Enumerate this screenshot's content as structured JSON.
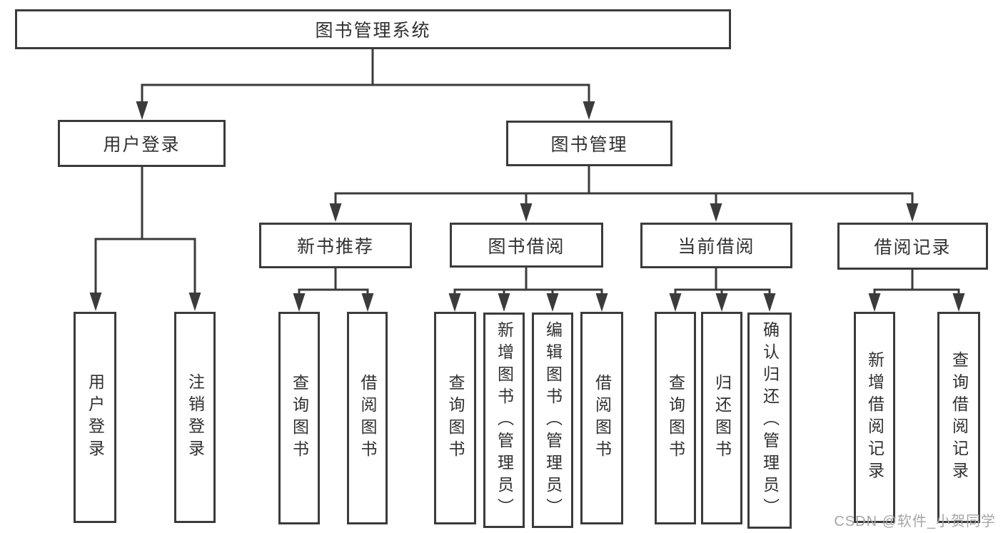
{
  "nodes": {
    "root": {
      "label": "图书管理系统"
    },
    "userLogin": {
      "label": "用户登录"
    },
    "bookMgmt": {
      "label": "图书管理"
    },
    "login": {
      "label": "用户登录"
    },
    "logout": {
      "label": "注销登录"
    },
    "newBookRec": {
      "label": "新书推荐"
    },
    "bookBorrow": {
      "label": "图书借阅"
    },
    "currentBorrow": {
      "label": "当前借阅"
    },
    "borrowRecords": {
      "label": "借阅记录"
    },
    "queryBooks1": {
      "label": "查询图书"
    },
    "borrowBooks1": {
      "label": "借阅图书"
    },
    "queryBooks2": {
      "label": "查询图书"
    },
    "addBookAdmin": {
      "label": "新增图书（管理员）"
    },
    "editBookAdmin": {
      "label": "编辑图书（管理员）"
    },
    "borrowBooks2": {
      "label": "借阅图书"
    },
    "queryBooks3": {
      "label": "查询图书"
    },
    "returnBooks": {
      "label": "归还图书"
    },
    "confirmReturnAdmin": {
      "label": "确认归还（管理员）"
    },
    "addBorrowRecord": {
      "label": "新增借阅记录"
    },
    "queryBorrowRecord": {
      "label": "查询借阅记录"
    }
  },
  "watermark": "CSDN @软件_小贺同学",
  "colors": {
    "line": "#3b3b3b",
    "text": "#303030",
    "watermark": "#a6a6a6",
    "background": "#ffffff"
  }
}
